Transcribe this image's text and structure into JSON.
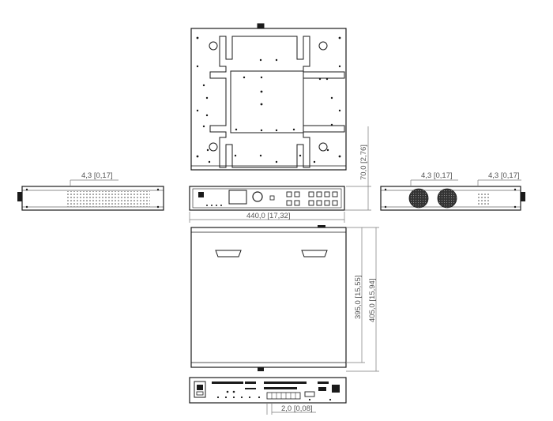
{
  "dimensions": {
    "top_side_margin": "4,3 [0,17]",
    "side_right_fan": "4,3 [0,17]",
    "side_right_rear": "4,3 [0,17]",
    "height": "70,0 [2,76]",
    "front_width": "440,0 [17,32]",
    "depth_inner": "395,0 [15,55]",
    "depth_outer": "405,0 [15,94]",
    "rear_offset": "2,0 [0,08]"
  },
  "colors": {
    "line": "#1a1a1a",
    "dimension_line": "#7a7a7a",
    "dimension_text": "#555555",
    "fan_grill": "#2b2b2b"
  }
}
